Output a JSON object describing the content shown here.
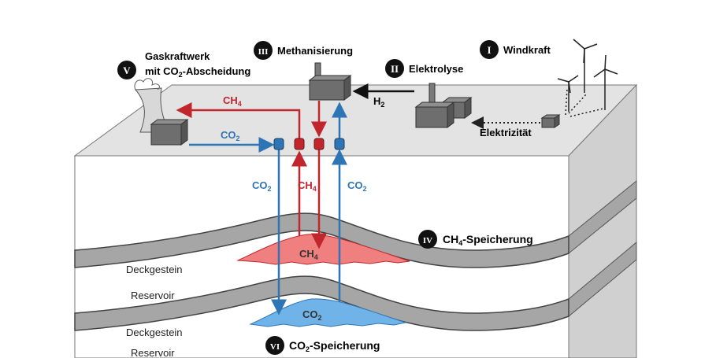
{
  "badges": {
    "one": "I",
    "two": "II",
    "three": "III",
    "four": "IV",
    "five": "V",
    "six": "VI"
  },
  "labels": {
    "windkraft": "Windkraft",
    "elektrolyse": "Elektrolyse",
    "methanisierung": "Methanisierung",
    "gaskraftwerk_line1": "Gaskraftwerk",
    "gaskraftwerk_line2_prefix": "mit CO",
    "gaskraftwerk_line2_sub": "2",
    "gaskraftwerk_line2_suffix": "-Abscheidung",
    "elektrizitaet": "Elektrizität",
    "h2": "H",
    "h2_sub": "2",
    "ch4_speicherung_prefix": "CH",
    "ch4_speicherung_sub": "4",
    "ch4_speicherung_suffix": "-Speicherung",
    "co2_speicherung_prefix": "CO",
    "co2_speicherung_sub": "2",
    "co2_speicherung_suffix": "-Speicherung",
    "deckgestein_1": "Deckgestein",
    "reservoir_1": "Reservoir",
    "deckgestein_2": "Deckgestein",
    "reservoir_2": "Reservoir"
  },
  "flows": {
    "ch4_top": "CH",
    "ch4_top_sub": "4",
    "co2_top": "CO",
    "co2_top_sub": "2",
    "co2_left": "CO",
    "co2_left_sub": "2",
    "ch4_mid": "CH",
    "ch4_mid_sub": "4",
    "co2_right": "CO",
    "co2_right_sub": "2",
    "ch4_res": "CH",
    "ch4_res_sub": "4",
    "co2_res": "CO",
    "co2_res_sub": "2"
  },
  "colors": {
    "co2_blue": "#2e75b6",
    "ch4_red": "#c0262c",
    "ch4_reservoir": "#f08080",
    "co2_reservoir": "#6fb3e8",
    "rock_layer": "#a6a6a6"
  }
}
